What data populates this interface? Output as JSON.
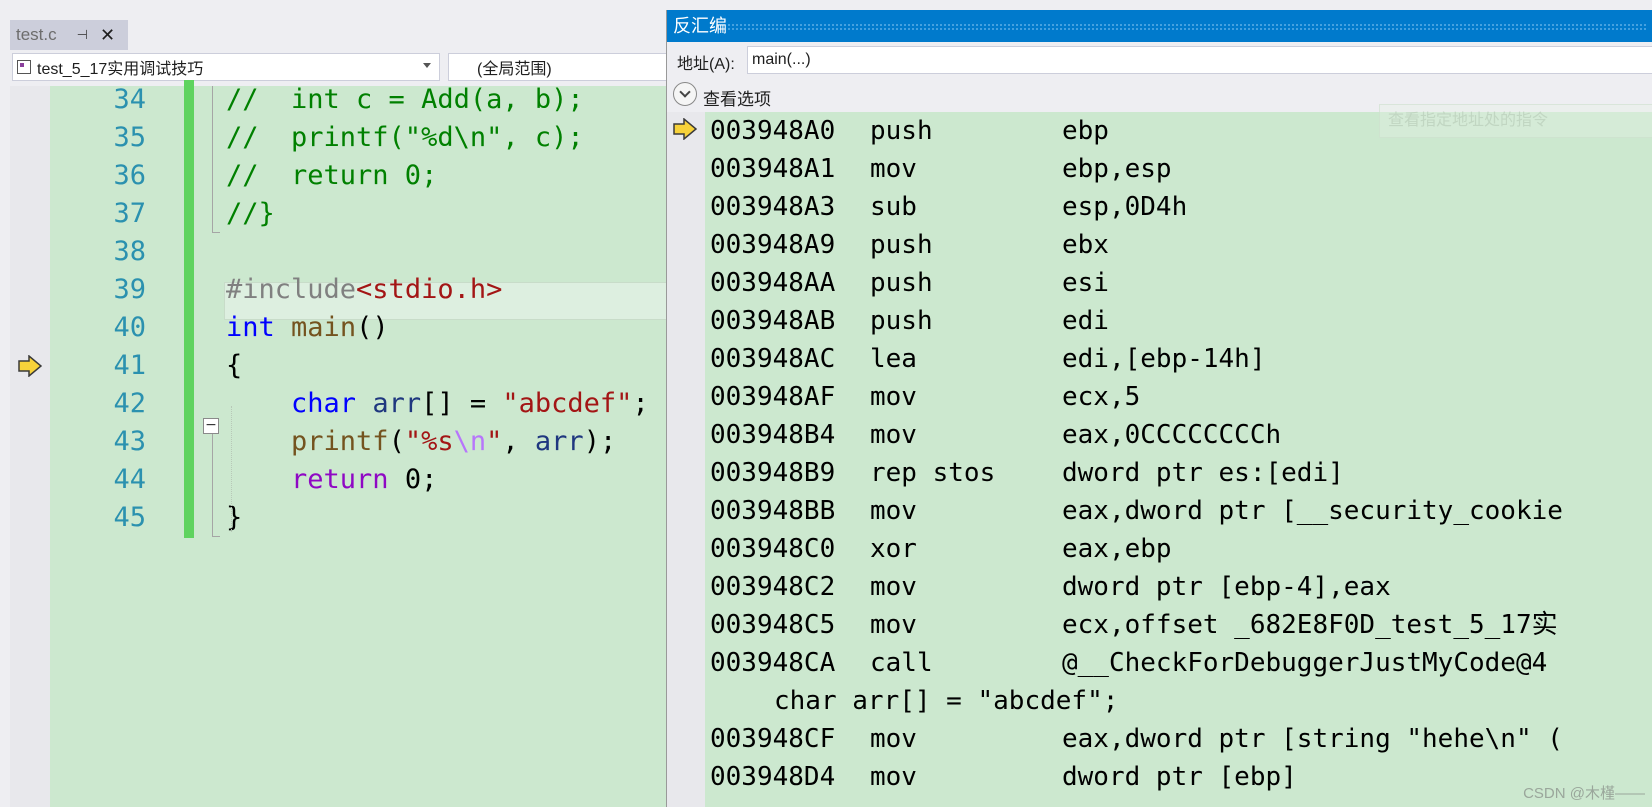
{
  "editor": {
    "tab_title": "test.c",
    "tab_pin": "⊣",
    "tab_close": "✕",
    "project_combo": "test_5_17实用调试技巧",
    "scope_combo": "(全局范围)",
    "collapse_symbol": "−",
    "lines": [
      {
        "num": "34",
        "parts": [
          {
            "t": "//  int c = Add(a, b);",
            "c": "c-comment"
          }
        ]
      },
      {
        "num": "35",
        "parts": [
          {
            "t": "//  printf(\"%d\\n\", c);",
            "c": "c-comment"
          }
        ]
      },
      {
        "num": "36",
        "parts": [
          {
            "t": "//  return 0;",
            "c": "c-comment"
          }
        ]
      },
      {
        "num": "37",
        "parts": [
          {
            "t": "//}",
            "c": "c-comment"
          }
        ]
      },
      {
        "num": "38",
        "parts": []
      },
      {
        "num": "39",
        "parts": [
          {
            "t": "#include",
            "c": "c-pre"
          },
          {
            "t": "<stdio.h>",
            "c": "c-str"
          }
        ]
      },
      {
        "num": "40",
        "parts": [
          {
            "t": "int",
            "c": "c-kw"
          },
          {
            "t": " ",
            "c": ""
          },
          {
            "t": "main",
            "c": "c-fn"
          },
          {
            "t": "()",
            "c": ""
          }
        ]
      },
      {
        "num": "41",
        "parts": [
          {
            "t": "{",
            "c": ""
          }
        ]
      },
      {
        "num": "42",
        "parts": [
          {
            "t": "    ",
            "c": ""
          },
          {
            "t": "char",
            "c": "c-kw"
          },
          {
            "t": " ",
            "c": ""
          },
          {
            "t": "arr",
            "c": "c-var"
          },
          {
            "t": "[] = ",
            "c": ""
          },
          {
            "t": "\"abcdef\"",
            "c": "c-str"
          },
          {
            "t": ";",
            "c": ""
          }
        ]
      },
      {
        "num": "43",
        "parts": [
          {
            "t": "    ",
            "c": ""
          },
          {
            "t": "printf",
            "c": "c-fn"
          },
          {
            "t": "(",
            "c": ""
          },
          {
            "t": "\"%s",
            "c": "c-str"
          },
          {
            "t": "\\n",
            "c": "c-esc"
          },
          {
            "t": "\"",
            "c": "c-str"
          },
          {
            "t": ", ",
            "c": ""
          },
          {
            "t": "arr",
            "c": "c-var"
          },
          {
            "t": ");",
            "c": ""
          }
        ]
      },
      {
        "num": "44",
        "parts": [
          {
            "t": "    ",
            "c": ""
          },
          {
            "t": "return",
            "c": "c-ctrl"
          },
          {
            "t": " 0;",
            "c": ""
          }
        ]
      },
      {
        "num": "45",
        "parts": [
          {
            "t": "}",
            "c": ""
          }
        ]
      }
    ]
  },
  "disasm": {
    "title": "反汇编",
    "address_label": "地址(A):",
    "address_value": "main(...)",
    "view_options": "查看选项",
    "hint_text": "查看指定地址处的指令",
    "rows": [
      {
        "addr": "003948A0",
        "mn": "push",
        "op": "ebp"
      },
      {
        "addr": "003948A1",
        "mn": "mov",
        "op": "ebp,esp"
      },
      {
        "addr": "003948A3",
        "mn": "sub",
        "op": "esp,0D4h"
      },
      {
        "addr": "003948A9",
        "mn": "push",
        "op": "ebx"
      },
      {
        "addr": "003948AA",
        "mn": "push",
        "op": "esi"
      },
      {
        "addr": "003948AB",
        "mn": "push",
        "op": "edi"
      },
      {
        "addr": "003948AC",
        "mn": "lea",
        "op": "edi,[ebp-14h]"
      },
      {
        "addr": "003948AF",
        "mn": "mov",
        "op": "ecx,5"
      },
      {
        "addr": "003948B4",
        "mn": "mov",
        "op": "eax,0CCCCCCCCh"
      },
      {
        "addr": "003948B9",
        "mn": "rep stos",
        "op": "dword ptr es:[edi]"
      },
      {
        "addr": "003948BB",
        "mn": "mov",
        "op": "eax,dword ptr [__security_cookie"
      },
      {
        "addr": "003948C0",
        "mn": "xor",
        "op": "eax,ebp"
      },
      {
        "addr": "003948C2",
        "mn": "mov",
        "op": "dword ptr [ebp-4],eax"
      },
      {
        "addr": "003948C5",
        "mn": "mov",
        "op": "ecx,offset _682E8F0D_test_5_17实"
      },
      {
        "addr": "003948CA",
        "mn": "call",
        "op": "@__CheckForDebuggerJustMyCode@4"
      },
      {
        "src": "char arr[] = \"abcdef\";"
      },
      {
        "addr": "003948CF",
        "mn": "mov",
        "op": "eax,dword ptr [string \"hehe\\n\" ("
      },
      {
        "addr": "003948D4",
        "mn": "mov",
        "op": "dword ptr [ebp]"
      }
    ],
    "watermark": "CSDN @木槿——"
  },
  "colors": {
    "title_bar": "#007acc",
    "code_bg": "#cce8cf",
    "change_bar": "#5fd35f",
    "line_number": "#2b91af",
    "exec_arrow": "#f7d23a"
  }
}
